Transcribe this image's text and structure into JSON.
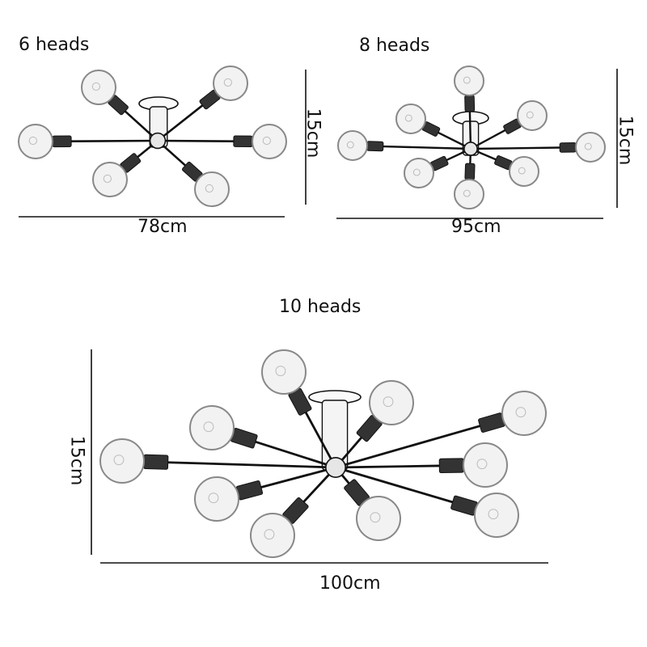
{
  "diagrams": [
    {
      "heads_label": "6 heads",
      "width_label": "78cm",
      "height_label": "15cm",
      "arm_count": 6
    },
    {
      "heads_label": "8 heads",
      "width_label": "95cm",
      "height_label": "15cm",
      "arm_count": 8
    },
    {
      "heads_label": "10 heads",
      "width_label": "100cm",
      "height_label": "15cm",
      "arm_count": 10
    }
  ],
  "colors": {
    "line": "#111111",
    "bulb_fill": "#f2f2f2",
    "bulb_stroke": "#888888",
    "socket": "#333333"
  }
}
